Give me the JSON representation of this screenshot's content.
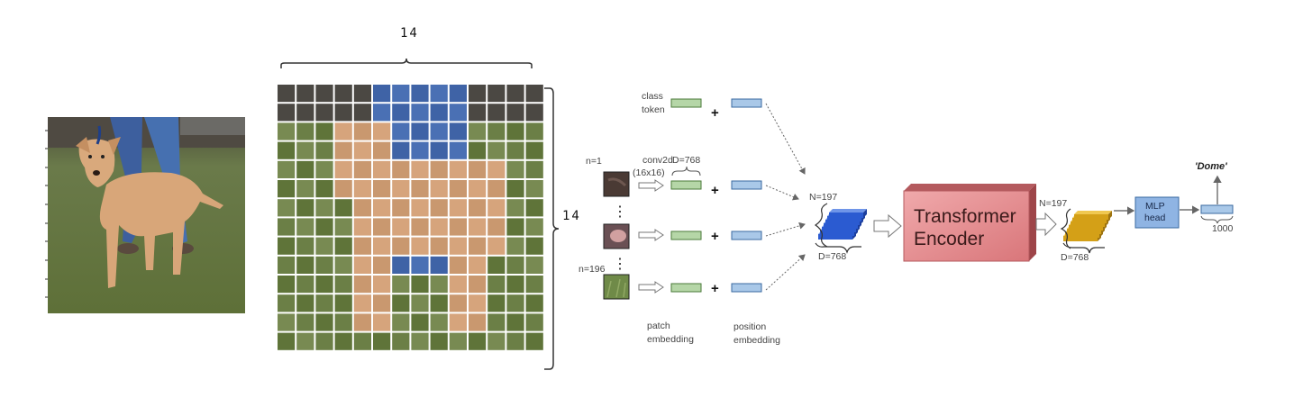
{
  "grid": {
    "top_count": "14",
    "side_count": "14"
  },
  "tokens": {
    "class_token": [
      "class",
      "token"
    ],
    "n1": "n=1",
    "n196": "n=196",
    "conv2d": [
      "conv2d",
      "(16x16)"
    ],
    "d_patch": "D=768",
    "n_input": "N=197",
    "d_input": "D=768",
    "patch_embedding": [
      "patch",
      "embedding"
    ],
    "position_embedding": [
      "position",
      "embedding"
    ],
    "plus": "+",
    "ellipsis": "⋮"
  },
  "encoder": {
    "title_line1": "Transformer",
    "title_line2": "Encoder"
  },
  "output": {
    "n": "N=197",
    "d": "D=768",
    "mlp_line1": "MLP",
    "mlp_line2": "head",
    "dim": "1000",
    "prediction": "'Dome'"
  },
  "colors": {
    "patch_green": "#b5d6a7",
    "pos_blue": "#a9c8e8",
    "token_blue": "#2b5bd1",
    "token_gold": "#d4a017",
    "encoder_red": "#e58c8f",
    "mlp_blue": "#8fb4e3"
  }
}
